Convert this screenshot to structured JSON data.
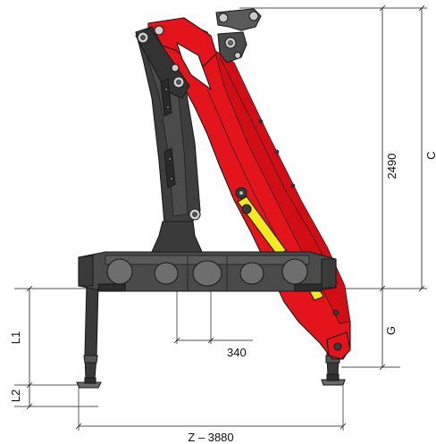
{
  "dimensions": {
    "height_2490": "2490",
    "c_label": "C",
    "g_label": "G",
    "l1_label": "L1",
    "l2_label": "L2",
    "offset_340": "340",
    "z_label": "Z – 3880"
  },
  "colors": {
    "boom_red": "#e3141b",
    "column_dark": "#3e3e3e",
    "base_dark": "#4a4a4a",
    "cylinder_yellow": "#f3ea23",
    "background": "#ffffff"
  }
}
